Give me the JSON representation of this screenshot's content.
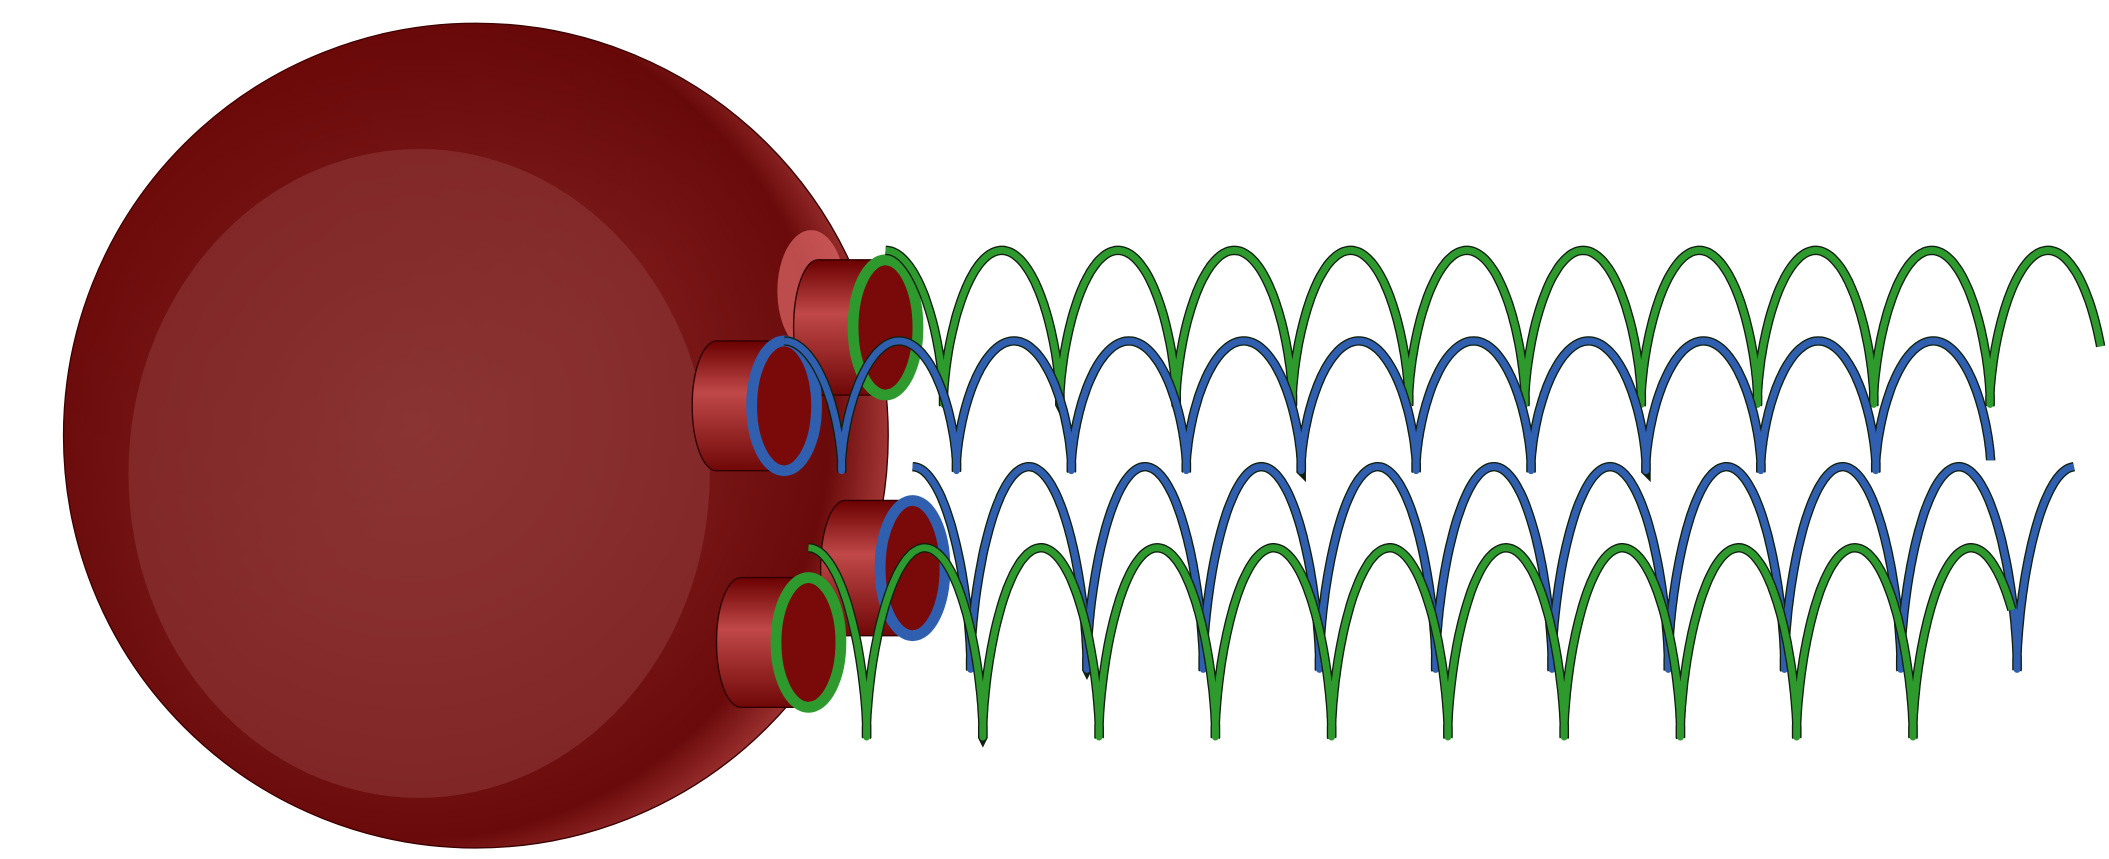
{
  "colors": {
    "background": "#ffffff",
    "sphere_dark": "#5a0000",
    "sphere_mid": "#8a1010",
    "sphere_light": "#c85050",
    "green_helix": "#2e9a2e",
    "blue_helix": "#2f5fae"
  },
  "helices": [
    {
      "name": "green-helix-top",
      "color": "green_helix",
      "turns": 10
    },
    {
      "name": "blue-helix-upper",
      "color": "blue_helix",
      "turns": 10
    },
    {
      "name": "blue-helix-lower",
      "color": "blue_helix",
      "turns": 10
    },
    {
      "name": "green-helix-lower",
      "color": "green_helix",
      "turns": 10
    }
  ]
}
